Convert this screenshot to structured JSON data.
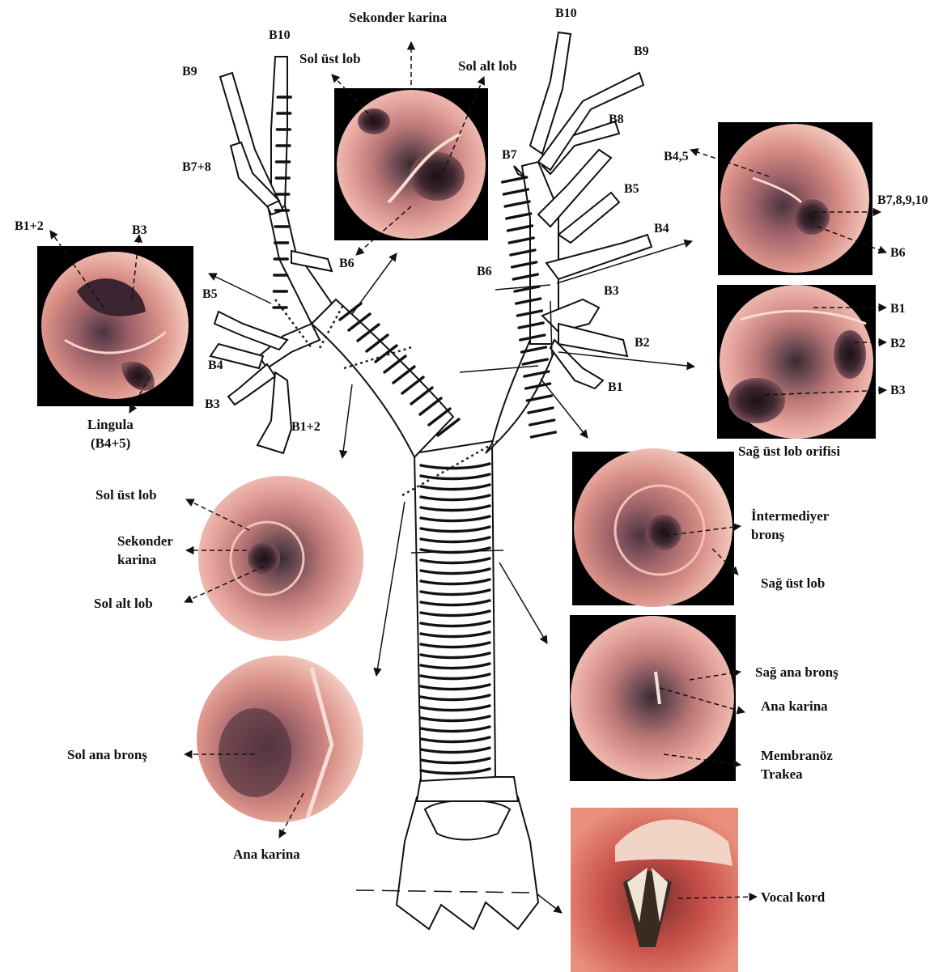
{
  "left_upper_photo": {
    "b1_2": "B1+2",
    "b3": "B3",
    "lingula": "Lingula",
    "lingula_sub": "(B4+5)"
  },
  "left_tree": {
    "b10": "B10",
    "b9": "B9",
    "b7_8": "B7+8",
    "b6": "B6",
    "b5": "B5",
    "b4": "B4",
    "b3": "B3",
    "b1_2": "B1+2"
  },
  "top_photo": {
    "title": "Sekonder karina",
    "left": "Sol üst lob",
    "right": "Sol alt lob"
  },
  "right_tree": {
    "b10": "B10",
    "b9": "B9",
    "b8": "B8",
    "b7": "B7",
    "b5": "B5",
    "b4": "B4",
    "b6": "B6",
    "b3": "B3",
    "b2": "B2",
    "b1": "B1"
  },
  "right_top_photo": {
    "b4_5": "B4,5",
    "b7_10": "B7,8,9,10",
    "b6": "B6"
  },
  "right_second_photo": {
    "b1": "B1",
    "b2": "B2",
    "b3": "B3",
    "caption": "Sağ üst lob orifisi"
  },
  "left_mid_photo": {
    "upper": "Sol üst lob",
    "sek1": "Sekonder",
    "sek2": "karina",
    "lower": "Sol alt lob"
  },
  "left_low_photo": {
    "left": "Sol ana bronş",
    "bottom": "Ana karina"
  },
  "right_mid_photo": {
    "inter1": "İntermediyer",
    "inter2": "bronş",
    "upper": "Sağ üst lob"
  },
  "right_low_photo": {
    "main": "Sağ ana bronş",
    "carina": "Ana karina",
    "mem1": "Membranöz",
    "mem2": "Trakea"
  },
  "vocal_photo": {
    "label": "Vocal kord"
  }
}
